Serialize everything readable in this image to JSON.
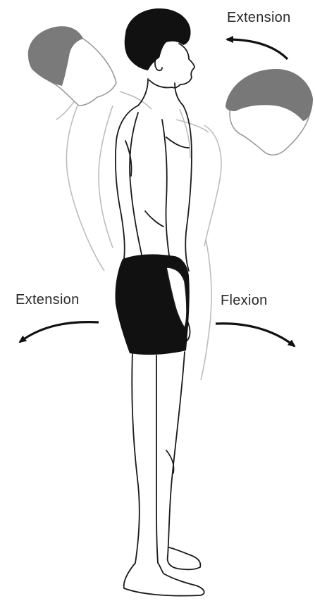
{
  "labels": {
    "top_extension": "Extension",
    "left_extension": "Extension",
    "right_flexion": "Flexion"
  },
  "colors": {
    "ink": "#1a1a1a",
    "ghost_outline": "#b9b9b9",
    "ghost_hair": "#7a7a7a",
    "shorts": "#111111",
    "hair": "#111111"
  }
}
